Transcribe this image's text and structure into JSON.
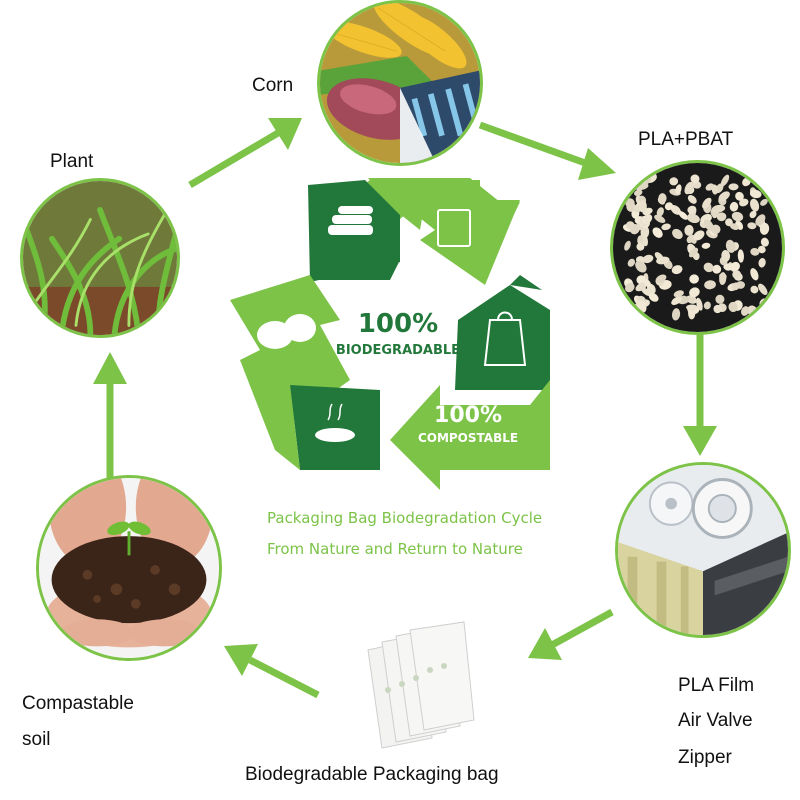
{
  "nodes": {
    "corn": "Corn",
    "plant": "Plant",
    "pla_pbat": "PLA+PBAT",
    "pla_film": [
      "PLA Film",
      "Air Valve",
      "Zipper"
    ],
    "bag": "Biodegradable Packaging bag",
    "soil": [
      "Compastable",
      "soil"
    ]
  },
  "recycle_symbol": {
    "biodegradable_pct": "100%",
    "biodegradable_word": "BIODEGRADABLE",
    "compostable_pct": "100%",
    "compostable_word": "COMPOSTABLE"
  },
  "caption": {
    "line1": "Packaging Bag Biodegradation Cycle",
    "line2": "From Nature and Return to Nature"
  },
  "colors": {
    "light_green": "#7cc348",
    "dark_green": "#22783a",
    "text": "#111111"
  },
  "icons": [
    "corn-photo-icon",
    "plant-photo-icon",
    "pellets-photo-icon",
    "film-valve-photo-icon",
    "bag-photo-icon",
    "soil-hands-photo-icon",
    "recycle-symbol-icon"
  ]
}
